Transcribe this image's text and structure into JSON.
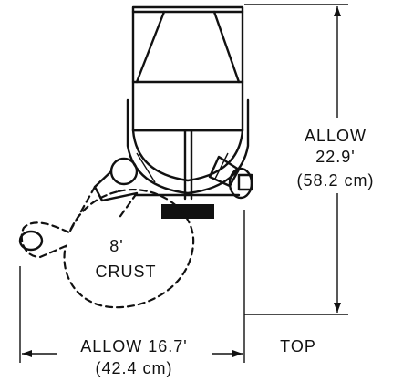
{
  "height_dimension": {
    "label": "ALLOW",
    "imperial": "22.9'",
    "metric": "(58.2 cm)"
  },
  "width_dimension": {
    "label_line": "ALLOW 16.7'",
    "metric": "(42.4 cm)"
  },
  "crust_label": {
    "size": "8'",
    "word": "CRUST"
  },
  "view_label": "TOP"
}
